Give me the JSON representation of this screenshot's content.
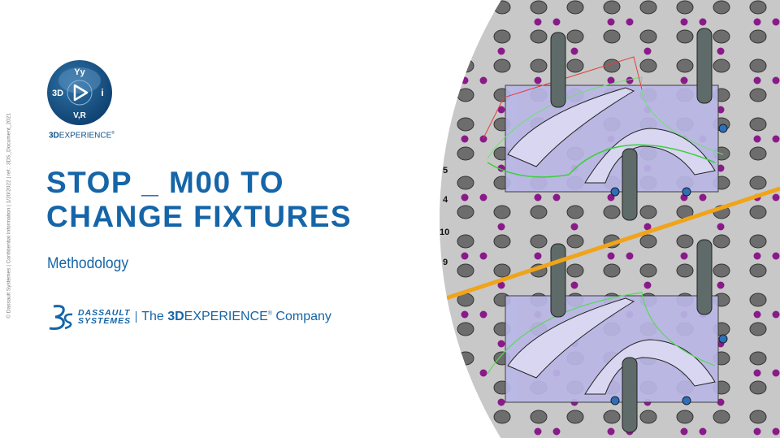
{
  "sidebar_notice": "© Dassault Systèmes | Confidential Information | 1/20/2022 | ref.: 3DS_Document_2021",
  "compass_logo": {
    "top": "Yy",
    "left": "3D",
    "right": "i",
    "bottom": "V+R"
  },
  "brand_3dexperience": {
    "bold": "3D",
    "rest": "EXPERIENCE",
    "mark": "®"
  },
  "title_lines": [
    "STOP _ M00 TO",
    "CHANGE FIXTURES"
  ],
  "subtitle": "Methodology",
  "company_logo": {
    "name_line1": "DASSAULT",
    "name_line2": "SYSTEMES",
    "tag_prefix": "The ",
    "tag_bold": "3D",
    "tag_mid": "EXPERIENCE",
    "tag_reg": "®",
    "tag_suffix": " Company"
  },
  "photo": {
    "row_labels_top": [
      "5",
      "4"
    ],
    "row_labels_bottom": [
      "10",
      "9"
    ],
    "colors": {
      "plate": "#c8c8c8",
      "dot": "#8a1a8a",
      "part": "#b9b7e6",
      "stripe": "#f0a419",
      "clamp": "#5e6b68"
    }
  }
}
